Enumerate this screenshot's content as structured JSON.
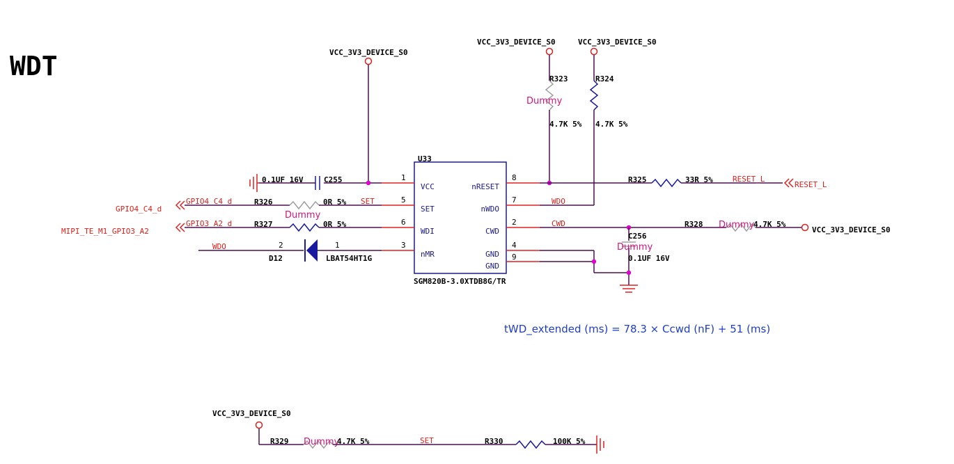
{
  "title": "WDT",
  "chip": {
    "ref": "U33",
    "part": "SGM820B-3.0XTDB8G/TR",
    "left_pins": [
      {
        "num": "1",
        "name": "VCC"
      },
      {
        "num": "5",
        "name": "SET"
      },
      {
        "num": "6",
        "name": "WDI"
      },
      {
        "num": "3",
        "name": "nMR"
      }
    ],
    "right_pins": [
      {
        "num": "8",
        "name": "nRESET"
      },
      {
        "num": "7",
        "name": "nWDO"
      },
      {
        "num": "2",
        "name": "CWD"
      },
      {
        "num": "4",
        "name": "GND"
      },
      {
        "num": "9",
        "name": "GND"
      }
    ]
  },
  "power": {
    "vcc_label": "VCC_3V3_DEVICE_S0"
  },
  "components": {
    "c255": {
      "ref": "C255",
      "value": "0.1UF 16V"
    },
    "r326": {
      "ref": "R326",
      "value": "0R 5%",
      "note": "Dummy"
    },
    "r327": {
      "ref": "R327",
      "value": "0R 5%"
    },
    "d12": {
      "ref": "D12",
      "part": "LBAT54HT1G",
      "pin_a": "2",
      "pin_b": "1"
    },
    "r323": {
      "ref": "R323",
      "value": "4.7K 5%",
      "note": "Dummy"
    },
    "r324": {
      "ref": "R324",
      "value": "4.7K 5%"
    },
    "r325": {
      "ref": "R325",
      "value": "33R 5%"
    },
    "r328": {
      "ref": "R328",
      "value": "4.7K 5%",
      "note": "Dummy"
    },
    "c256": {
      "ref": "C256",
      "value": "0.1UF 16V",
      "note": "Dummy"
    },
    "r329": {
      "ref": "R329",
      "value": "4.7K 5%",
      "note": "Dummy"
    },
    "r330": {
      "ref": "R330",
      "value": "100K 5%"
    }
  },
  "nets": {
    "gpio4_local": "GPIO4_C4_d",
    "gpio4_offpage": "GPIO4_C4_d",
    "gpio3_local": "GPIO3_A2_d",
    "gpio3_offpage": "MIPI_TE_M1_GPIO3_A2",
    "set": "SET",
    "set_bottom": "SET",
    "wdo_left": "WDO",
    "wdo_right": "WDO",
    "cwd": "CWD",
    "reset_local": "RESET_L",
    "reset_offpage": "RESET_L"
  },
  "formula": "tWD_extended (ms) = 78.3 × Ccwd (nF) + 51 (ms)"
}
